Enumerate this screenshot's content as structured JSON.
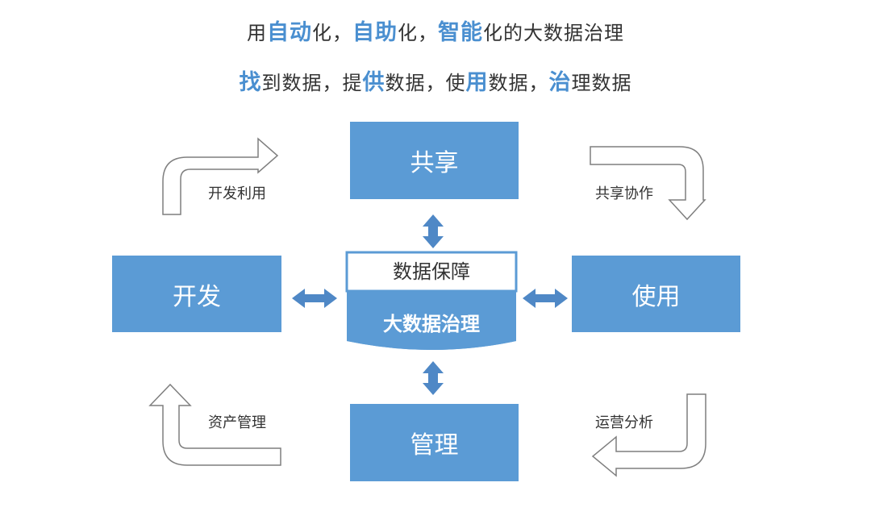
{
  "headline": {
    "line1": [
      {
        "text": "用",
        "highlight": false
      },
      {
        "text": "自动",
        "highlight": true
      },
      {
        "text": "化，",
        "highlight": false
      },
      {
        "text": "自助",
        "highlight": true
      },
      {
        "text": "化，",
        "highlight": false
      },
      {
        "text": "智能",
        "highlight": true
      },
      {
        "text": "化的大数据治理",
        "highlight": false
      }
    ],
    "line2": [
      {
        "text": "找",
        "highlight": true
      },
      {
        "text": "到数据，提",
        "highlight": false
      },
      {
        "text": "供",
        "highlight": true
      },
      {
        "text": "数据，使",
        "highlight": false
      },
      {
        "text": "用",
        "highlight": true
      },
      {
        "text": "数据，",
        "highlight": false
      },
      {
        "text": "治",
        "highlight": true
      },
      {
        "text": "理数据",
        "highlight": false
      }
    ]
  },
  "boxes": {
    "top": "共享",
    "left": "开发",
    "right": "使用",
    "bottom": "管理"
  },
  "core": {
    "top_label": "数据保障",
    "bottom_label": "大数据治理"
  },
  "flows": {
    "top_left": "开发利用",
    "top_right": "共享协作",
    "bottom_left": "资产管理",
    "bottom_right": "运营分析"
  },
  "colors": {
    "box_fill": "#5b9bd5",
    "highlight_text": "#4a8fd0",
    "arrow_fill": "#4f88c6",
    "outline_arrow_stroke": "#7f7f7f"
  }
}
